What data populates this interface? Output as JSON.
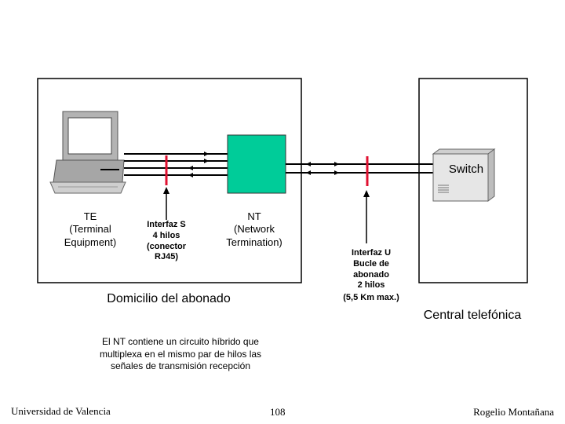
{
  "labels": {
    "te": "TE\n(Terminal\nEquipment)",
    "interfaz_s": "Interfaz S\n4 hilos\n(conector\nRJ45)",
    "nt": "NT\n(Network\nTermination)",
    "interfaz_u": "Interfaz U\nBucle de\nabonado\n2 hilos",
    "interfaz_u_distance": "(5,5 Km max.)",
    "switch": "Switch",
    "domicilio": "Domicilio del abonado",
    "central": "Central telefónica"
  },
  "note": "El NT contiene un circuito híbrido que\nmultiplexa en el mismo par de hilos las\nseñales de transmisión recepción",
  "footer": {
    "left": "Universidad de Valencia",
    "page": "108",
    "right": "Rogelio Montañana"
  },
  "colors": {
    "nt_box": "#00cc99",
    "interface_marker": "#e01030",
    "switch_box": "#e6e6e6"
  }
}
